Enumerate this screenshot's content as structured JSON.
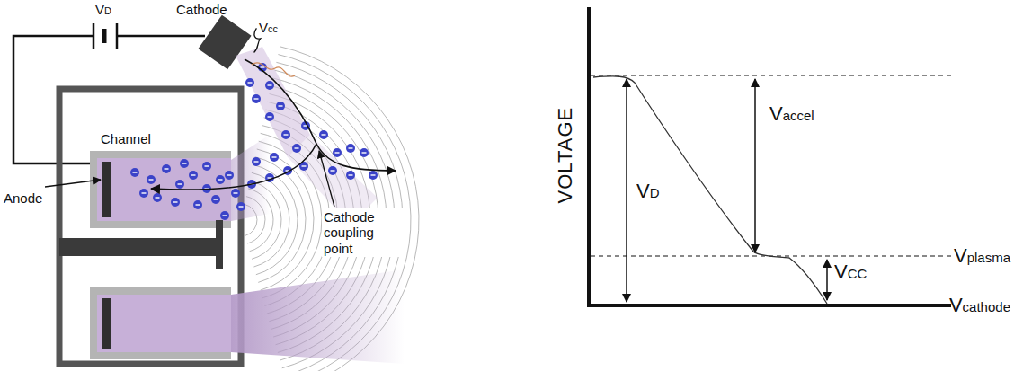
{
  "diagram": {
    "labels": [
      "VD",
      "Cathode",
      "Vcc",
      "Channel",
      "Anode",
      "Cathode coupling point",
      "VOLTAGE",
      "VD",
      "Vaccel",
      "Vplasma",
      "VCC",
      "Vcathode"
    ]
  }
}
